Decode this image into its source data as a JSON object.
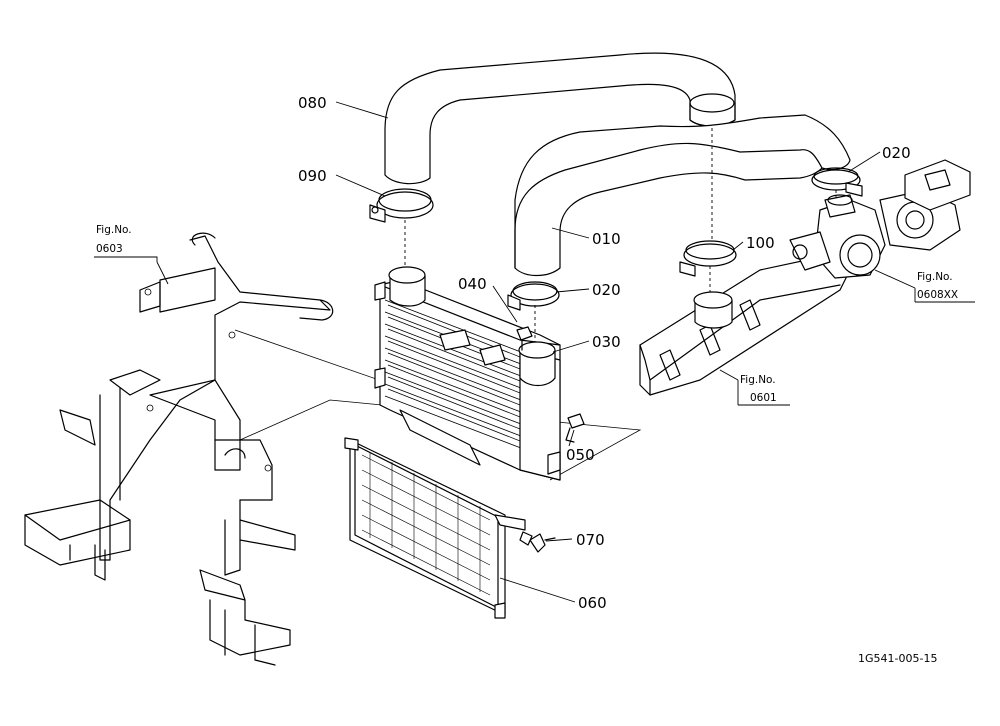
{
  "parts": [
    {
      "id": "p080",
      "code": "080"
    },
    {
      "id": "p090",
      "code": "090"
    },
    {
      "id": "p020a",
      "code": "020"
    },
    {
      "id": "p010",
      "code": "010"
    },
    {
      "id": "p100",
      "code": "100"
    },
    {
      "id": "p040",
      "code": "040"
    },
    {
      "id": "p020b",
      "code": "020"
    },
    {
      "id": "p030",
      "code": "030"
    },
    {
      "id": "p050",
      "code": "050"
    },
    {
      "id": "p070",
      "code": "070"
    },
    {
      "id": "p060",
      "code": "060"
    }
  ],
  "references": [
    {
      "id": "ref0603",
      "heading": "Fig.No.",
      "number": "0603"
    },
    {
      "id": "ref0608",
      "heading": "Fig.No.",
      "number": "0608XX"
    },
    {
      "id": "ref0601",
      "heading": "Fig.No.",
      "number": "0601"
    }
  ],
  "drawing_number": "1G541-005-15"
}
